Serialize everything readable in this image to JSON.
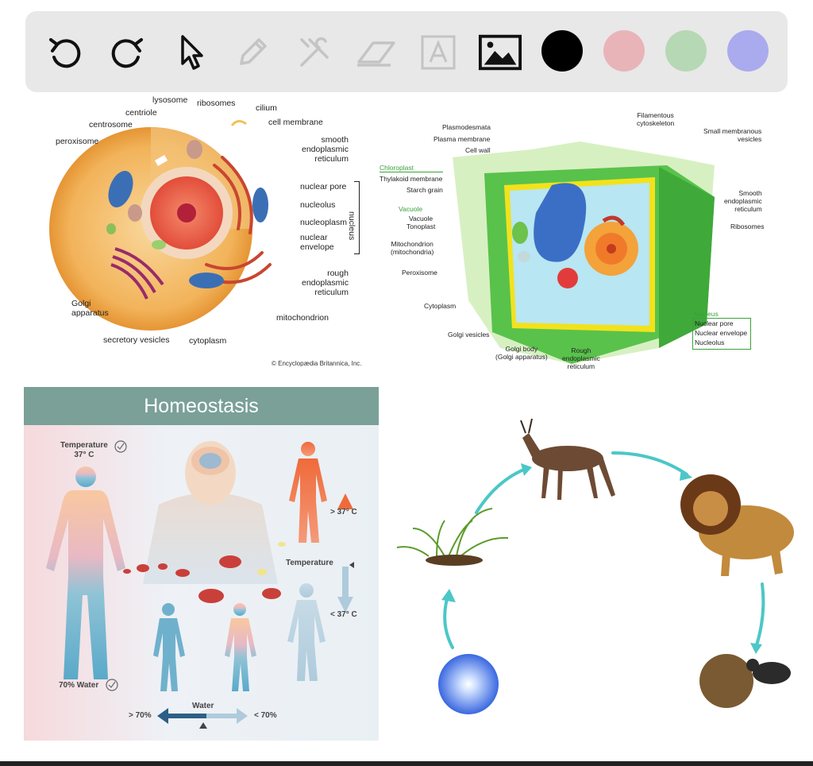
{
  "toolbar": {
    "tools": [
      {
        "name": "undo-icon",
        "enabled": true
      },
      {
        "name": "redo-icon",
        "enabled": true
      },
      {
        "name": "pointer-icon",
        "enabled": true
      },
      {
        "name": "pencil-icon",
        "enabled": false
      },
      {
        "name": "tools-icon",
        "enabled": false
      },
      {
        "name": "eraser-icon",
        "enabled": false
      },
      {
        "name": "text-icon",
        "enabled": false
      },
      {
        "name": "image-icon",
        "enabled": true
      }
    ],
    "colors": [
      "#000000",
      "#e8b4b8",
      "#b6d8b4",
      "#aaaaee"
    ]
  },
  "animal_cell": {
    "labels": {
      "lysosome": "lysosome",
      "ribosomes": "ribosomes",
      "centriole": "centriole",
      "cilium": "cilium",
      "centrosome": "centrosome",
      "cell_membrane": "cell membrane",
      "peroxisome": "peroxisome",
      "smooth_er": "smooth\nendoplasmic\nreticulum",
      "nuclear_pore": "nuclear pore",
      "nucleolus": "nucleolus",
      "nucleoplasm": "nucleoplasm",
      "nuclear_envelope": "nuclear\nenvelope",
      "nucleus_bracket": "nucleus",
      "rough_er": "rough\nendoplasmic\nreticulum",
      "golgi": "Golgi\napparatus",
      "mitochondrion": "mitochondrion",
      "secretory_vesicles": "secretory vesicles",
      "cytoplasm": "cytoplasm"
    },
    "credit": "© Encyclopædia Britannica, Inc."
  },
  "plant_cell": {
    "labels": {
      "plasmodesmata": "Plasmodesmata",
      "plasma_membrane": "Plasma membrane",
      "cell_wall": "Cell wall",
      "chloroplast": "Chloroplast",
      "thylakoid": "Thylakoid membrane",
      "starch": "Starch grain",
      "vacuole_group": "Vacuole",
      "vacuole": "Vacuole",
      "tonoplast": "Tonoplast",
      "mitochondrion": "Mitochondrion\n(mitochondria)",
      "peroxisome": "Peroxisome",
      "cytoplasm": "Cytoplasm",
      "golgi_vesicles": "Golgi vesicles",
      "golgi_body": "Golgi body\n(Golgi apparatus)",
      "rough_er": "Rough\nendoplasmic\nreticulum",
      "filamentous": "Filamentous\ncytoskeleton",
      "small_vesicles": "Small membranous\nvesicles",
      "smooth_er": "Smooth\nendoplasmic\nreticulum",
      "ribosomes": "Ribosomes",
      "nucleus_group": "Nucleus",
      "nuclear_pore": "Nuclear pore",
      "nuclear_envelope": "Nuclear envelope",
      "nucleolus": "Nucleolus"
    }
  },
  "homeostasis": {
    "title": "Homeostasis",
    "temperature_check": "Temperature\n37° C",
    "water_check": "70% Water",
    "high_temp": "> 37° C",
    "temp_label": "Temperature",
    "low_temp": "< 37° C",
    "water_label": "Water",
    "high_water": "> 70%",
    "low_water": "< 70%"
  },
  "food_chain": {
    "nodes": [
      "sun",
      "grass",
      "antelope",
      "lion",
      "dung-beetle"
    ]
  }
}
